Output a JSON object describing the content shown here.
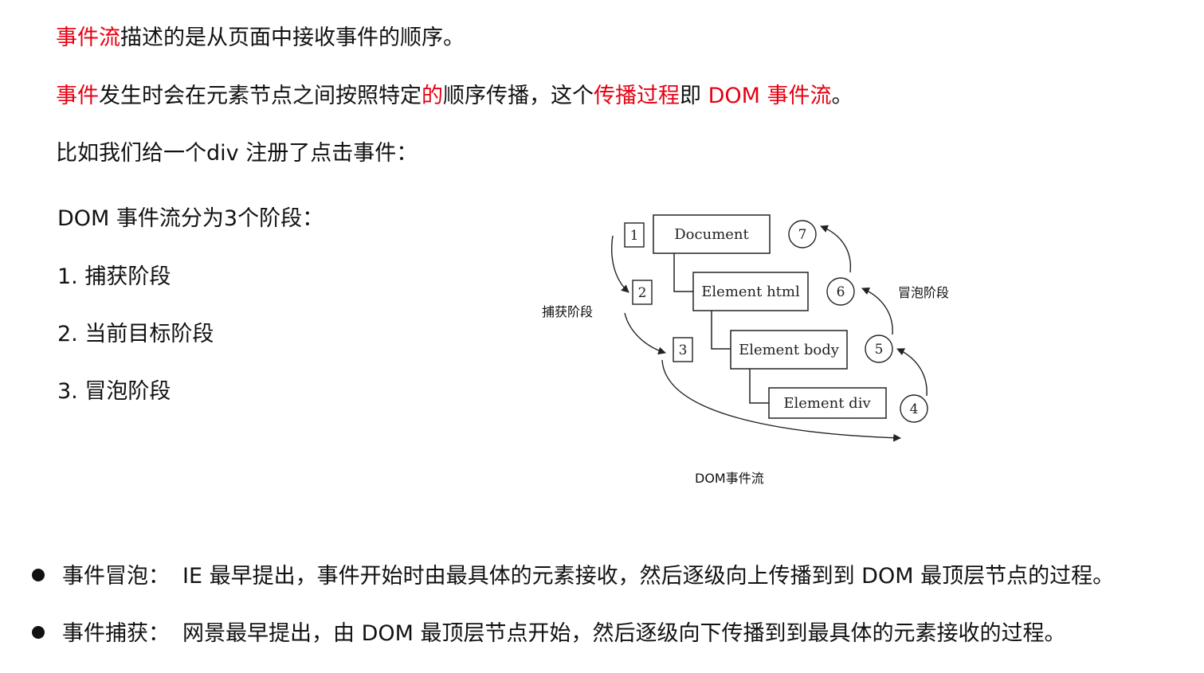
{
  "intro": {
    "line1": {
      "red": "事件流",
      "rest": "描述的是从页面中接收事件的顺序。"
    },
    "line2": {
      "part1_red": "事件",
      "part2": "发生时会在元素节点之间按照特定",
      "part3_red": "的",
      "part4": "顺序传播，这个",
      "part5_red": "传播过程",
      "part6": "即 ",
      "part7_red": "DOM 事件流",
      "part8": "。"
    },
    "line3": "比如我们给一个div 注册了点击事件："
  },
  "phases": {
    "title": "DOM 事件流分为3个阶段：",
    "items": [
      "1. 捕获阶段",
      "2. 当前目标阶段",
      "3. 冒泡阶段"
    ]
  },
  "diagram": {
    "nodes": [
      "Document",
      "Element html",
      "Element body",
      "Element div"
    ],
    "capture_steps": [
      "1",
      "2",
      "3"
    ],
    "bubble_steps": [
      "4",
      "5",
      "6",
      "7"
    ],
    "capture_label": "捕获阶段",
    "bubble_label": "冒泡阶段",
    "caption": "DOM事件流"
  },
  "bullets": [
    {
      "label": "事件冒泡：",
      "text": "IE 最早提出，事件开始时由最具体的元素接收，然后逐级向上传播到到 DOM 最顶层节点的过程。"
    },
    {
      "label": "事件捕获：",
      "text": "网景最早提出，由 DOM 最顶层节点开始，然后逐级向下传播到到最具体的元素接收的过程。"
    }
  ],
  "colors": {
    "accent_red": "#e60012",
    "text": "#111111"
  }
}
